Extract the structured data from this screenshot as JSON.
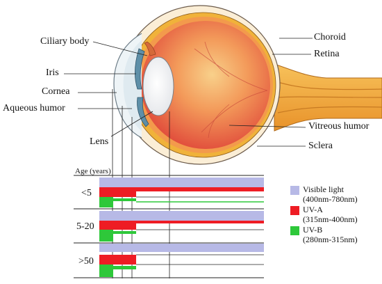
{
  "labels": {
    "ciliary_body": "Ciliary body",
    "iris": "Iris",
    "cornea": "Cornea",
    "aqueous_humor": "Aqueous humor",
    "lens": "Lens",
    "choroid": "Choroid",
    "retina": "Retina",
    "vitreous_humor": "Vitreous humor",
    "sclera": "Sclera"
  },
  "table": {
    "age_header": "Age (years)",
    "groups": [
      {
        "label": "<5"
      },
      {
        "label": "5-20"
      },
      {
        "label": ">50"
      }
    ]
  },
  "legend": [
    {
      "name": "Visible light",
      "range": "(400nm-780nm)",
      "color": "#b7b9e6"
    },
    {
      "name": "UV-A",
      "range": "(315nm-400nm)",
      "color": "#ee1c24"
    },
    {
      "name": "UV-B",
      "range": "(280nm-315nm)",
      "color": "#2ec83a"
    }
  ],
  "colors": {
    "sclera": "#fbeed6",
    "choroid": "#f0b23a",
    "retina": "#f39a4c",
    "vitreous": "#ee7a4a",
    "lens": "#f6f6f6",
    "iris": "#5e8fa8",
    "optic_nerve": "#f4a93a"
  }
}
